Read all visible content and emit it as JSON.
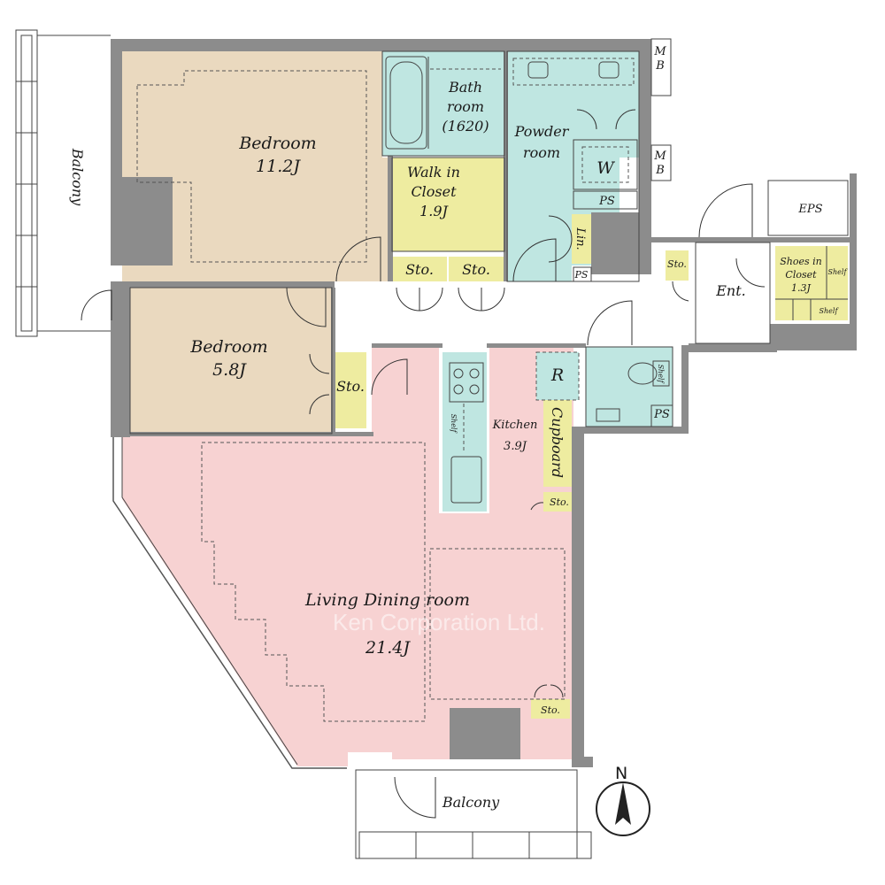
{
  "colors": {
    "bedroom": "#ead9bf",
    "living": "#f7d2d2",
    "wet": "#bfe6e1",
    "storage": "#eeeca0",
    "wall": "#8c8c8c",
    "balcony": "#ffffff"
  },
  "rooms": {
    "bedroom1": {
      "name": "Bedroom",
      "size": "11.2J"
    },
    "bedroom2": {
      "name": "Bedroom",
      "size": "5.8J"
    },
    "living": {
      "name": "Living Dining room",
      "size": "21.4J"
    },
    "kitchen": {
      "name": "Kitchen",
      "size": "3.9J"
    },
    "bath": {
      "line1": "Bath",
      "line2": "room",
      "line3": "(1620)"
    },
    "powder": {
      "line1": "Powder",
      "line2": "room"
    },
    "walkin": {
      "line1": "Walk in",
      "line2": "Closet",
      "line3": "1.9J"
    },
    "shoes": {
      "line1": "Shoes in",
      "line2": "Closet",
      "line3": "1.3J"
    },
    "entrance": "Ent.",
    "balcony_west": "Balcony",
    "balcony_south": "Balcony"
  },
  "labels": {
    "sto": "Sto.",
    "lin": "Lin.",
    "ps": "PS",
    "eps": "EPS",
    "w": "W",
    "r": "R",
    "cupboard": "Cupboard",
    "shelf": "Shelf",
    "mb_m": "M",
    "mb_b": "B"
  },
  "compass": {
    "letter": "N"
  },
  "watermark": "Ken Corporation Ltd."
}
